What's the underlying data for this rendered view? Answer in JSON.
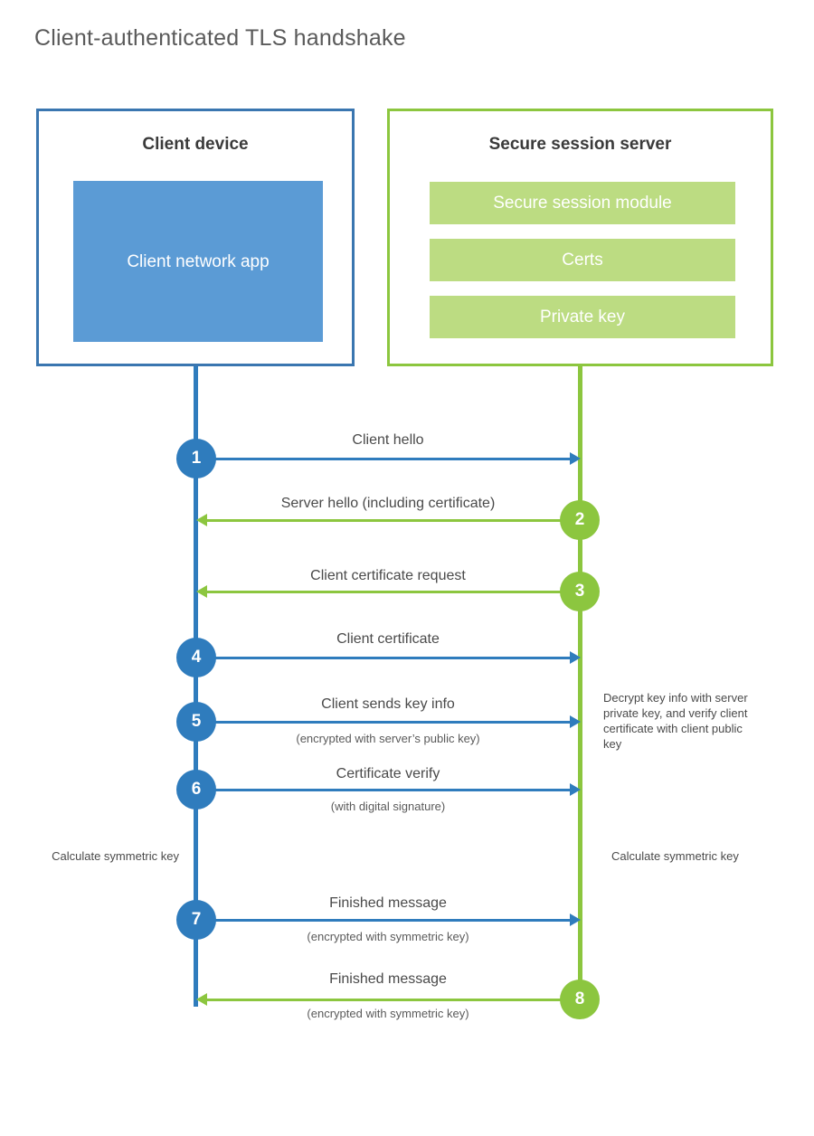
{
  "title": "Client-authenticated TLS handshake",
  "colors": {
    "client_blue": "#2f7cbd",
    "client_border": "#3a76b0",
    "client_app_fill": "#5b9bd5",
    "server_green": "#8cc63f",
    "server_bar_fill": "#bcdc82",
    "text": "#4a4a4a",
    "title_text": "#5a5a5a"
  },
  "actors": {
    "client": {
      "title": "Client device",
      "component": "Client network app"
    },
    "server": {
      "title": "Secure session server",
      "components": [
        "Secure session module",
        "Certs",
        "Private key"
      ]
    }
  },
  "steps": [
    {
      "number": "1",
      "direction": "client-to-server",
      "label": "Client hello",
      "sublabel": ""
    },
    {
      "number": "2",
      "direction": "server-to-client",
      "label": "Server hello (including certificate)",
      "sublabel": ""
    },
    {
      "number": "3",
      "direction": "server-to-client",
      "label": "Client certificate request",
      "sublabel": ""
    },
    {
      "number": "4",
      "direction": "client-to-server",
      "label": "Client certificate",
      "sublabel": ""
    },
    {
      "number": "5",
      "direction": "client-to-server",
      "label": "Client sends key info",
      "sublabel": "(encrypted with server’s public key)"
    },
    {
      "number": "6",
      "direction": "client-to-server",
      "label": "Certificate verify",
      "sublabel": "(with digital signature)"
    },
    {
      "number": "7",
      "direction": "client-to-server",
      "label": "Finished message",
      "sublabel": "(encrypted with symmetric key)"
    },
    {
      "number": "8",
      "direction": "server-to-client",
      "label": "Finished message",
      "sublabel": "(encrypted with symmetric key)"
    }
  ],
  "notes": {
    "server_decrypt": "Decrypt key info with server private key, and verify client certificate with client public key",
    "client_calculate": "Calculate symmetric key",
    "server_calculate": "Calculate symmetric key"
  }
}
